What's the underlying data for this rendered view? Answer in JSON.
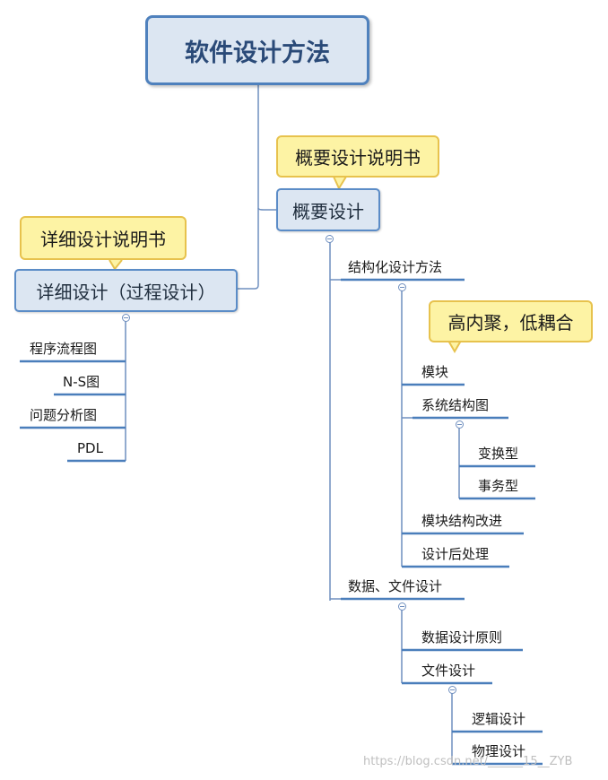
{
  "title": "软件设计方法",
  "notes": {
    "outline_spec": "概要设计说明书",
    "detail_spec": "详细设计说明书",
    "module_principle": "高内聚，低耦合"
  },
  "outline": {
    "label": "概要设计",
    "structured": {
      "label": "结构化设计方法",
      "module": "模块",
      "system_structure": {
        "label": "系统结构图",
        "transform": "变换型",
        "transaction": "事务型"
      },
      "improve": "模块结构改进",
      "post": "设计后处理"
    },
    "data_file": {
      "label": "数据、文件设计",
      "principle": "数据设计原则",
      "file": {
        "label": "文件设计",
        "logical": "逻辑设计",
        "physical": "物理设计"
      }
    }
  },
  "detail": {
    "label": "详细设计（过程设计）",
    "flowchart": "程序流程图",
    "ns": "N-S图",
    "pad": "问题分析图",
    "pdl": "PDL"
  },
  "watermark": "https://blog.csdn.net/______15__ZYB",
  "colors": {
    "node_fill": "#dce6f2",
    "node_border": "#4f81bd",
    "callout_fill": "#fdf3a4",
    "callout_border": "#e7c24d",
    "connector": "#6f8fbf",
    "underline": "#4a7ebb"
  }
}
